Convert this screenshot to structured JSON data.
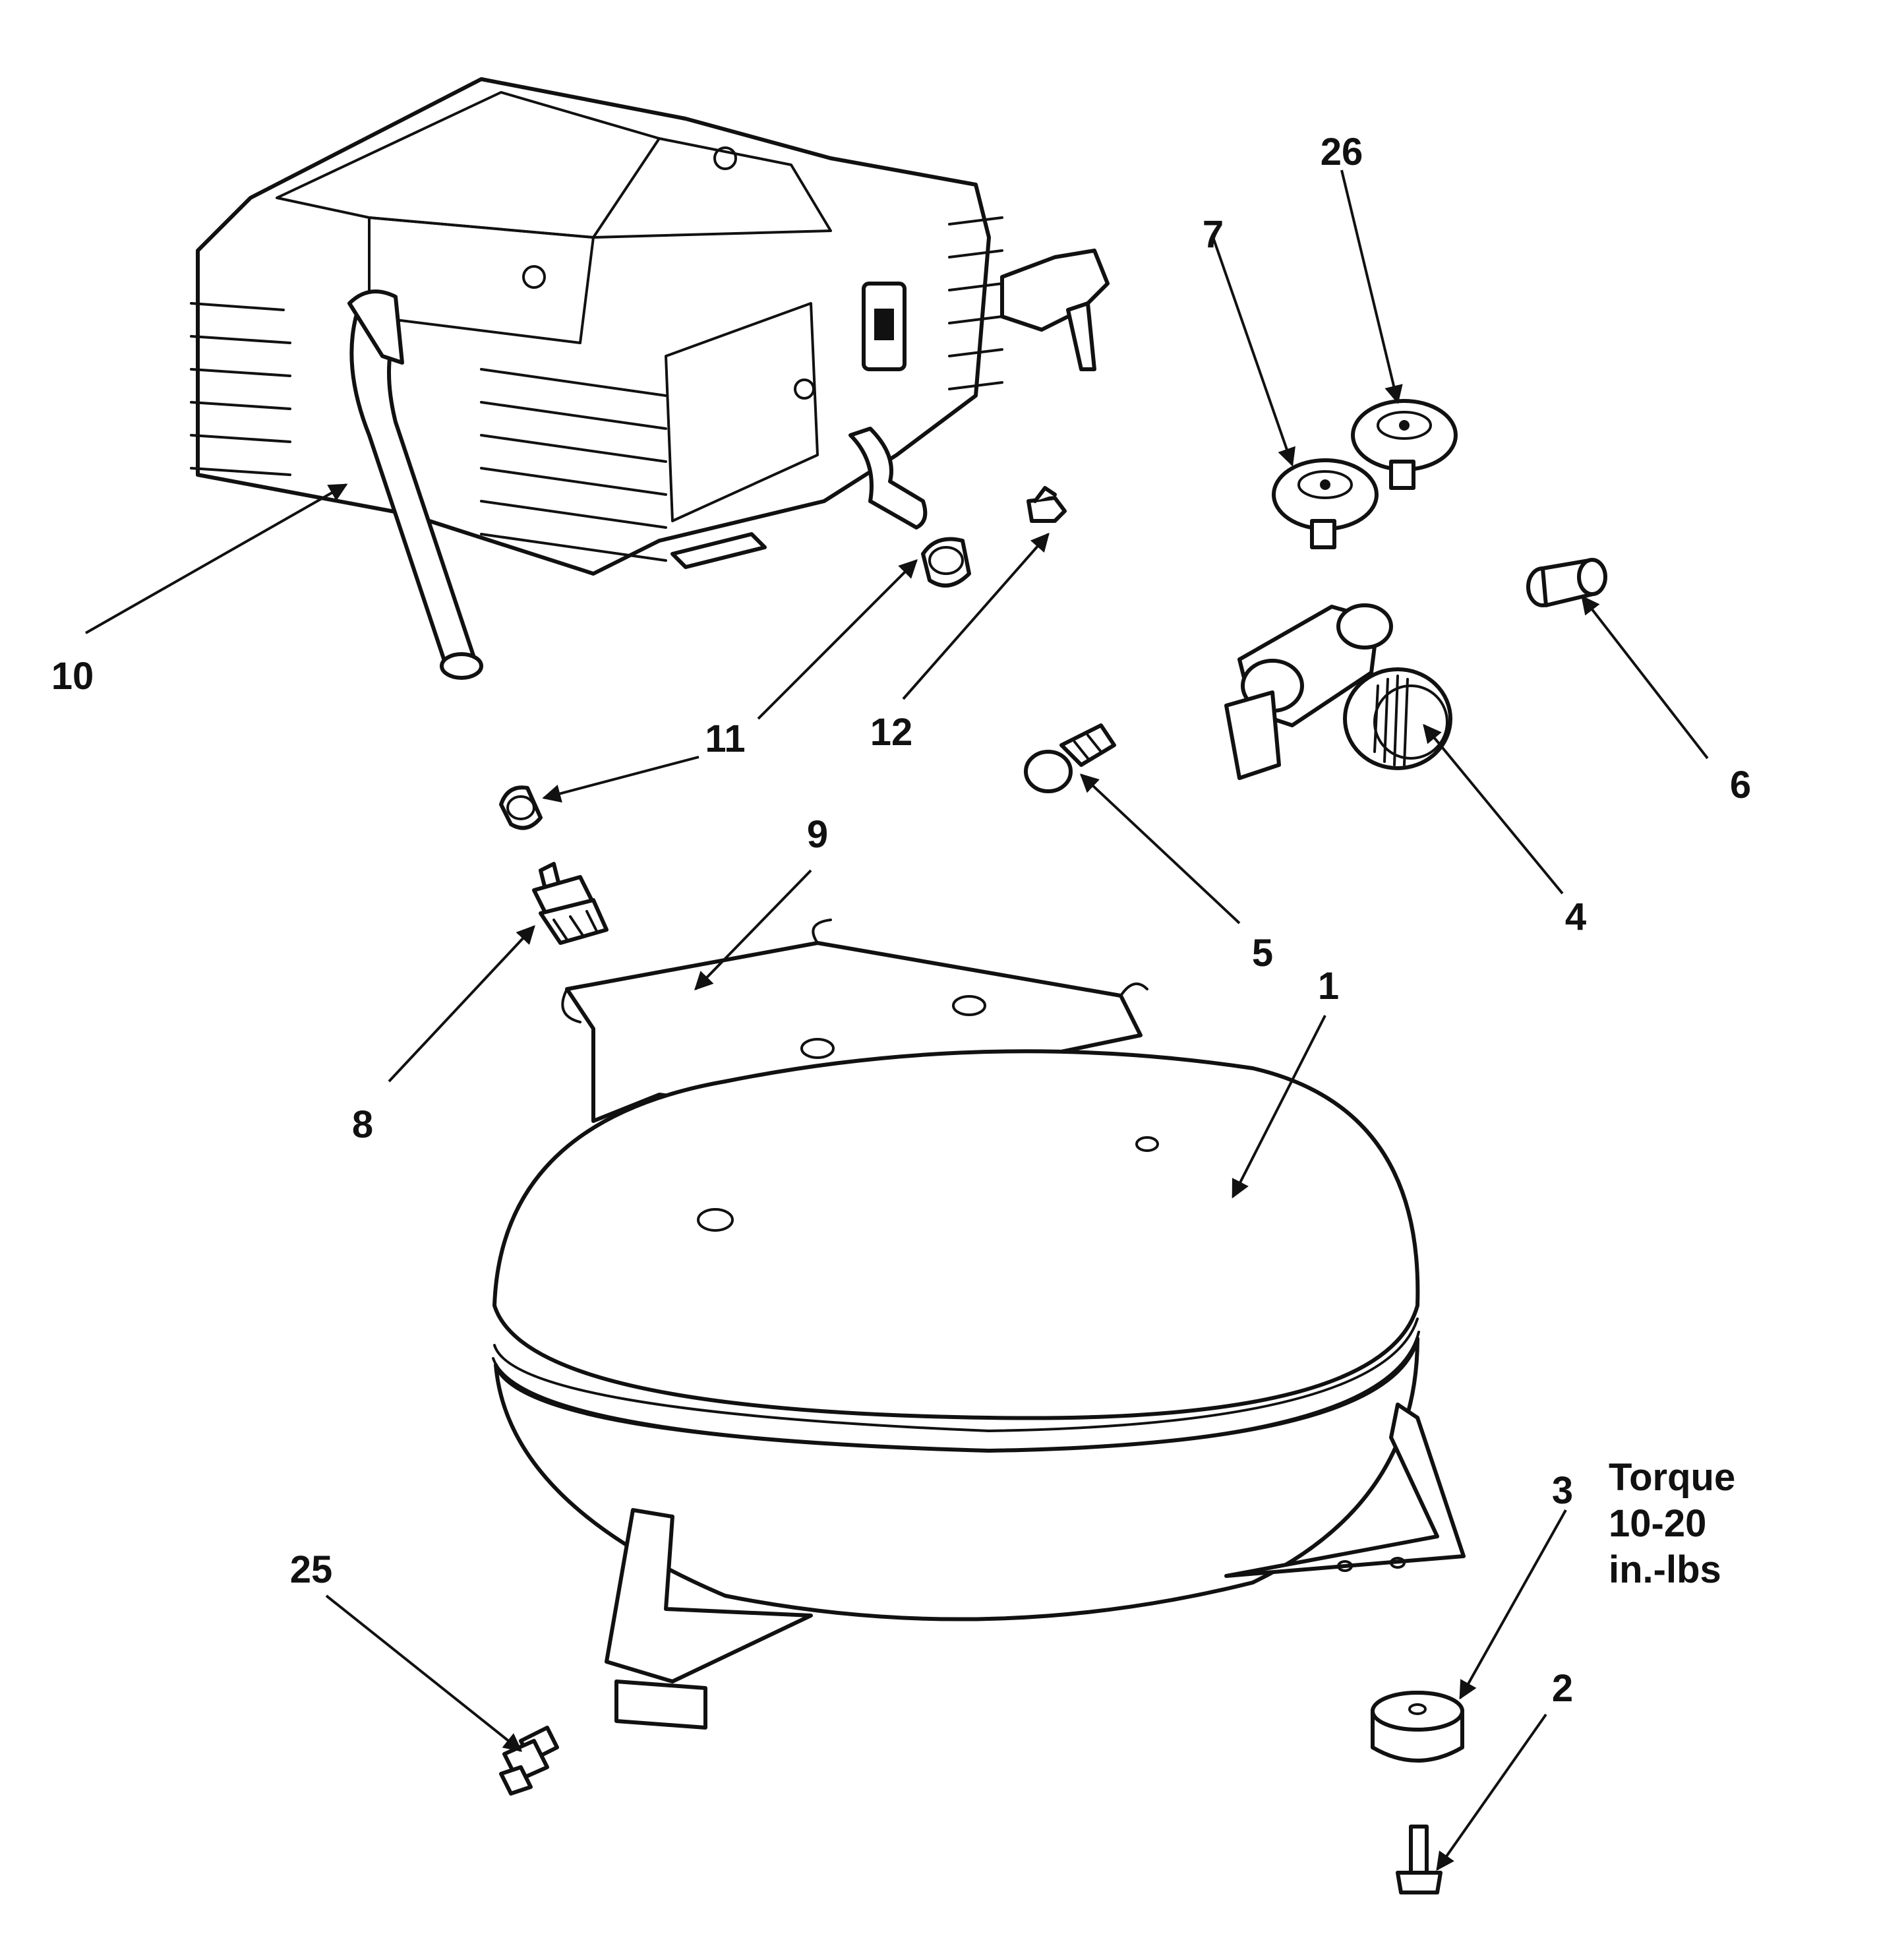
{
  "callouts": {
    "c1": "1",
    "c2": "2",
    "c3": "3",
    "c4": "4",
    "c5": "5",
    "c6": "6",
    "c7": "7",
    "c8": "8",
    "c9": "9",
    "c10": "10",
    "c11a": "11",
    "c11b": "11",
    "c12": "12",
    "c25": "25",
    "c26": "26"
  },
  "torque_note": {
    "line1": "Torque",
    "line2": "10-20",
    "line3": "in.-lbs"
  },
  "colors": {
    "ink": "#111111",
    "paper": "#ffffff"
  }
}
